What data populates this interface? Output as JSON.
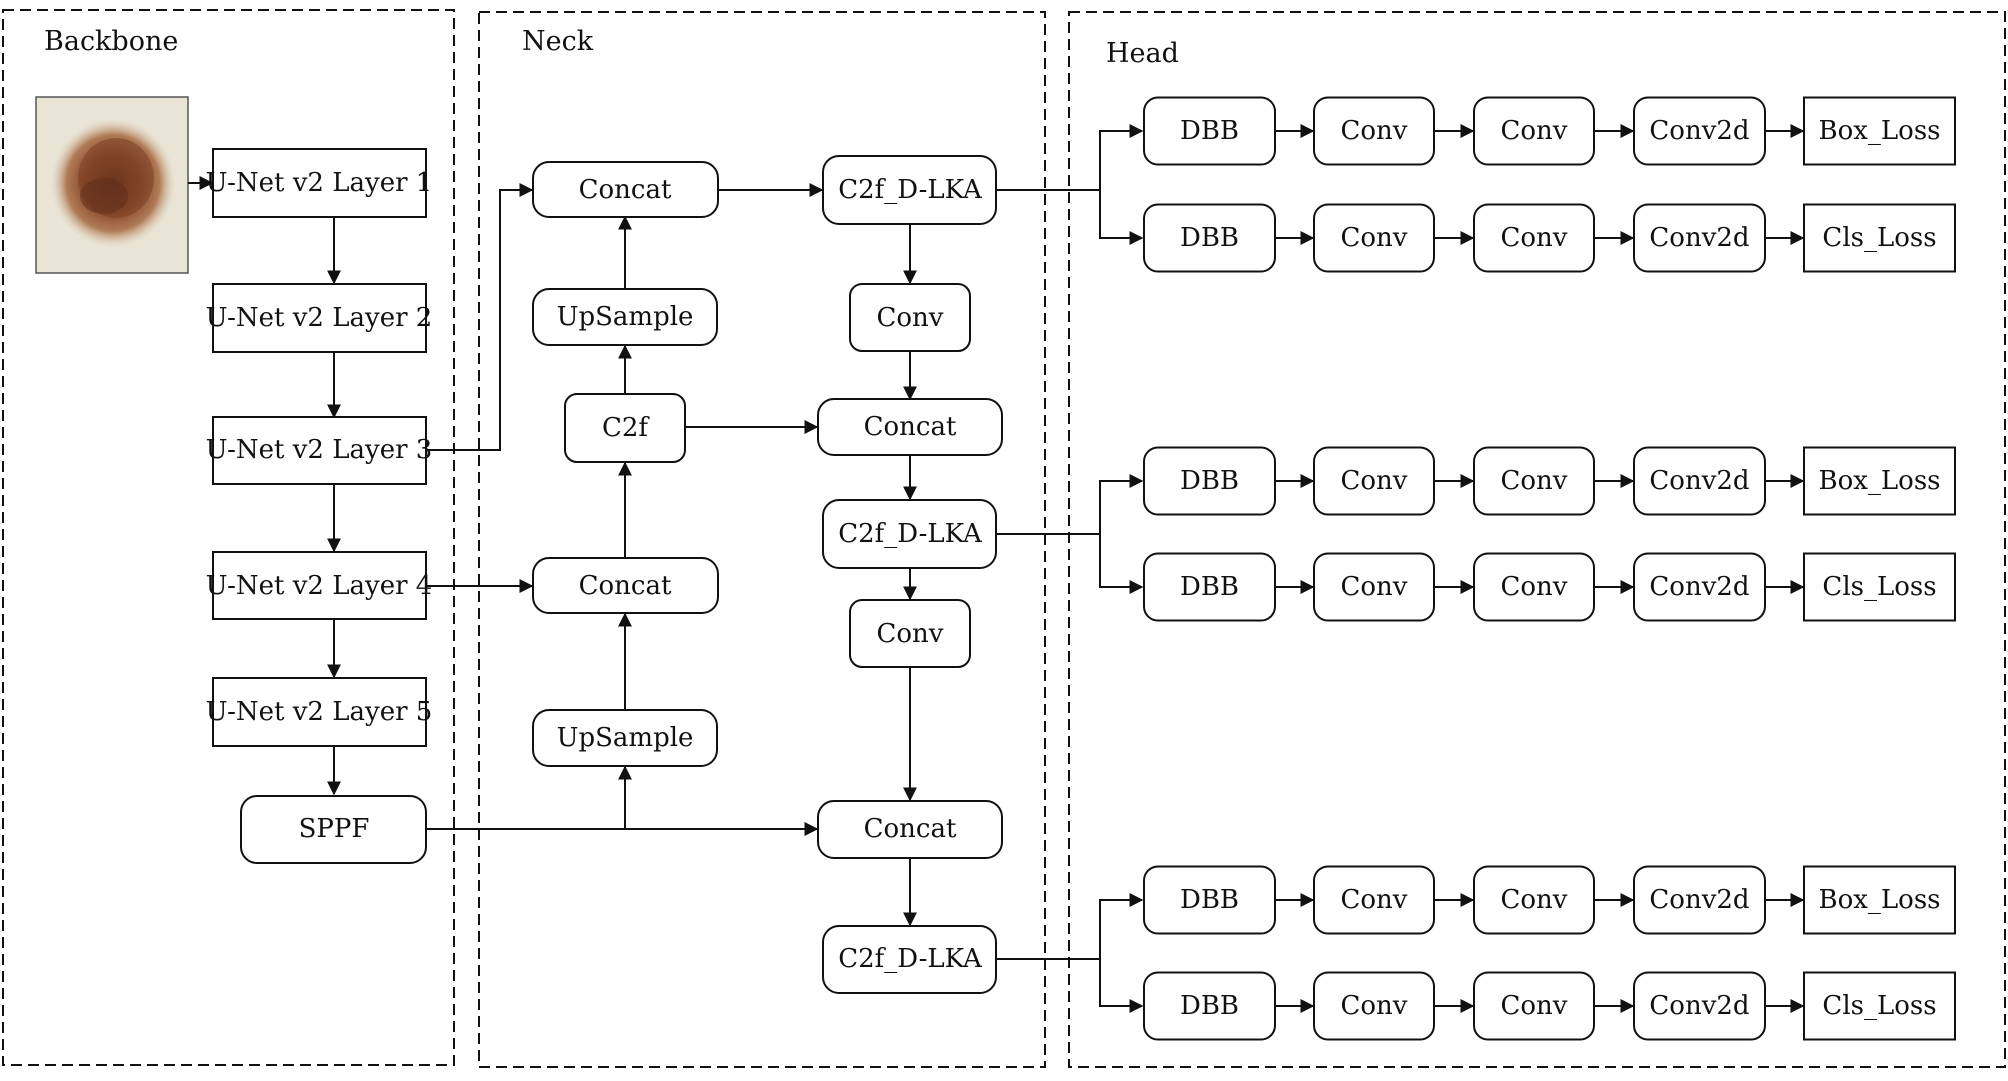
{
  "panels": {
    "backbone": "Backbone",
    "neck": "Neck",
    "head": "Head"
  },
  "backbone": {
    "input_image": "lesion-photo",
    "layer1": "U-Net v2 Layer 1",
    "layer2": "U-Net v2 Layer 2",
    "layer3": "U-Net v2 Layer 3",
    "layer4": "U-Net v2 Layer 4",
    "layer5": "U-Net v2 Layer 5",
    "sppf": "SPPF"
  },
  "neck": {
    "concat_top": "Concat",
    "upsample_top": "UpSample",
    "c2f": "C2f",
    "concat_mid": "Concat",
    "upsample_bottom": "UpSample",
    "c2f_dlka_top": "C2f_D-LKA",
    "conv_top": "Conv",
    "concat_right_mid": "Concat",
    "c2f_dlka_mid": "C2f_D-LKA",
    "conv_mid": "Conv",
    "concat_right_bottom": "Concat",
    "c2f_dlka_bottom": "C2f_D-LKA"
  },
  "head": {
    "rows": [
      {
        "dbb": "DBB",
        "conv1": "Conv",
        "conv2": "Conv",
        "conv2d": "Conv2d",
        "loss": "Box_Loss"
      },
      {
        "dbb": "DBB",
        "conv1": "Conv",
        "conv2": "Conv",
        "conv2d": "Conv2d",
        "loss": "Cls_Loss"
      },
      {
        "dbb": "DBB",
        "conv1": "Conv",
        "conv2": "Conv",
        "conv2d": "Conv2d",
        "loss": "Box_Loss"
      },
      {
        "dbb": "DBB",
        "conv1": "Conv",
        "conv2": "Conv",
        "conv2d": "Conv2d",
        "loss": "Cls_Loss"
      },
      {
        "dbb": "DBB",
        "conv1": "Conv",
        "conv2": "Conv",
        "conv2d": "Conv2d",
        "loss": "Box_Loss"
      },
      {
        "dbb": "DBB",
        "conv1": "Conv",
        "conv2": "Conv",
        "conv2d": "Conv2d",
        "loss": "Cls_Loss"
      }
    ]
  }
}
